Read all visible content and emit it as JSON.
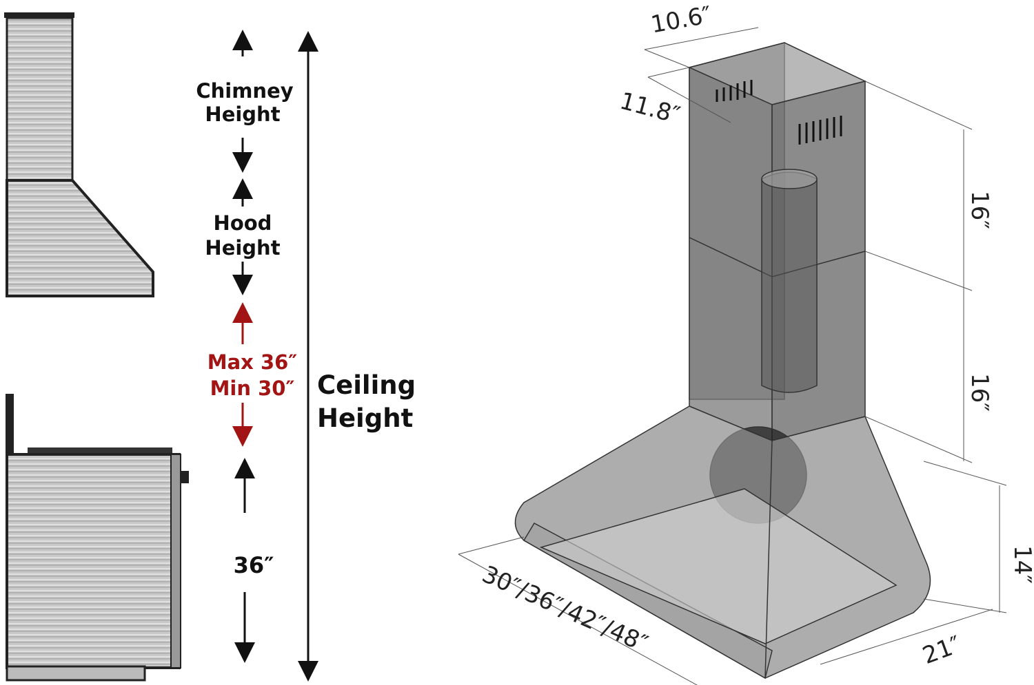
{
  "left_diagram": {
    "chimney_label": [
      "Chimney",
      "Height"
    ],
    "hood_label": [
      "Hood",
      "Height"
    ],
    "clearance_label": [
      "Max 36″",
      "Min 30″"
    ],
    "counter_label": "36″",
    "ceiling_label": [
      "Ceiling",
      "Height"
    ]
  },
  "right_diagram": {
    "chimney_width": "10.6″",
    "chimney_depth": "11.8″",
    "upper_chimney_height": "16″",
    "lower_chimney_height": "16″",
    "hood_height": "14″",
    "hood_widths": "30″/36″/42″/48″",
    "hood_depth": "21″"
  },
  "colors": {
    "clearance": "#a31515",
    "text": "#111111"
  }
}
